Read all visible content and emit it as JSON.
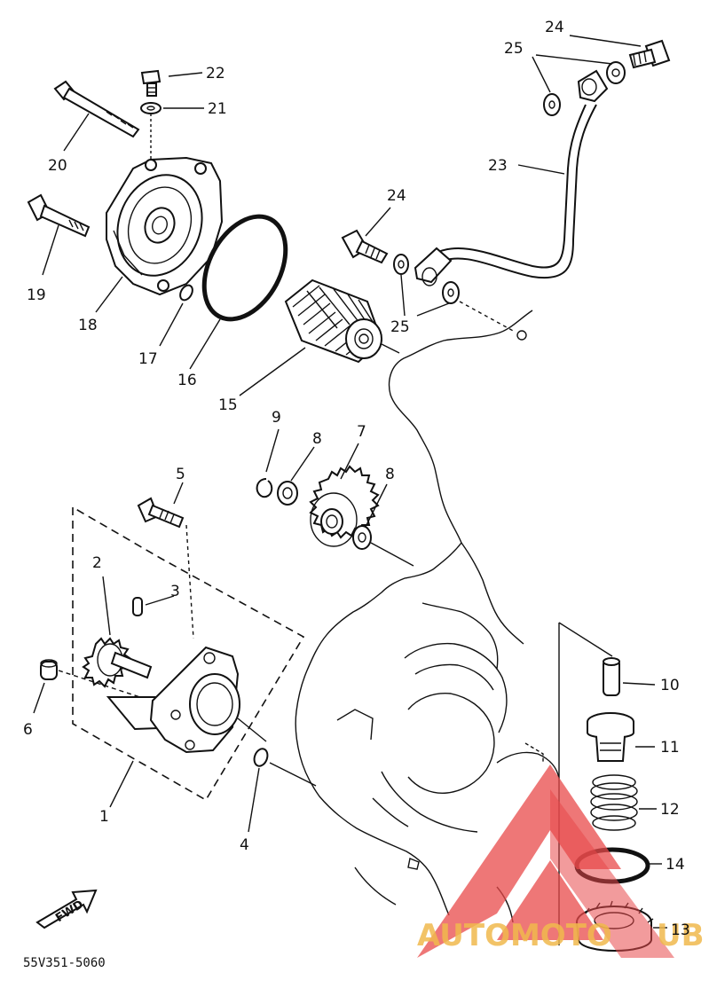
{
  "diagram": {
    "callouts": [
      {
        "id": "1",
        "text": "1"
      },
      {
        "id": "2",
        "text": "2"
      },
      {
        "id": "3",
        "text": "3"
      },
      {
        "id": "4",
        "text": "4"
      },
      {
        "id": "5",
        "text": "5"
      },
      {
        "id": "6",
        "text": "6"
      },
      {
        "id": "7",
        "text": "7"
      },
      {
        "id": "8a",
        "text": "8"
      },
      {
        "id": "8b",
        "text": "8"
      },
      {
        "id": "9",
        "text": "9"
      },
      {
        "id": "10",
        "text": "10"
      },
      {
        "id": "11",
        "text": "11"
      },
      {
        "id": "12",
        "text": "12"
      },
      {
        "id": "13",
        "text": "13"
      },
      {
        "id": "14",
        "text": "14"
      },
      {
        "id": "15",
        "text": "15"
      },
      {
        "id": "16",
        "text": "16"
      },
      {
        "id": "17",
        "text": "17"
      },
      {
        "id": "18",
        "text": "18"
      },
      {
        "id": "19",
        "text": "19"
      },
      {
        "id": "20",
        "text": "20"
      },
      {
        "id": "21",
        "text": "21"
      },
      {
        "id": "22",
        "text": "22"
      },
      {
        "id": "23",
        "text": "23"
      },
      {
        "id": "24a",
        "text": "24"
      },
      {
        "id": "24b",
        "text": "24"
      },
      {
        "id": "25a",
        "text": "25"
      },
      {
        "id": "25b",
        "text": "25"
      }
    ],
    "fwd_label": "FWD",
    "drawing_code": "55V351-5060",
    "watermark_text": "AUTOMOTO",
    "watermark_text_tail": "UB",
    "colors": {
      "line": "#111111",
      "watermark_red": "#e8494a",
      "watermark_orange": "#f0b84c"
    }
  }
}
